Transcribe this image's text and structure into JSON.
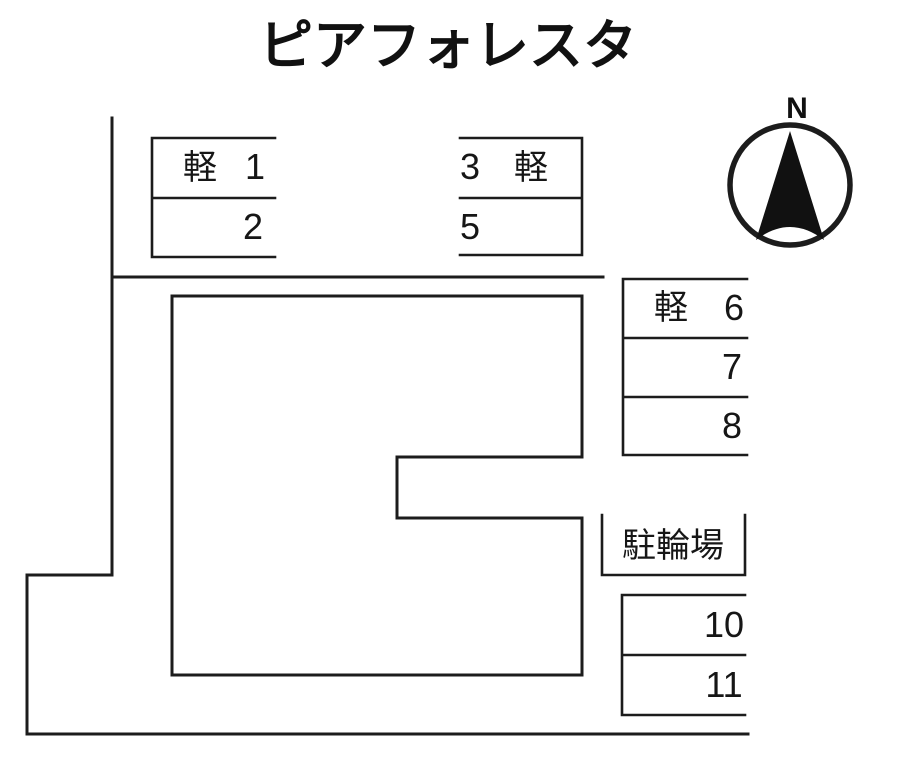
{
  "title": "ピアフォレスタ",
  "compass": {
    "label": "N",
    "direction": "north"
  },
  "colors": {
    "line": "#1c1c1c",
    "background": "#ffffff",
    "arrow_fill": "#111111"
  },
  "spaces": {
    "top_left": {
      "row1": {
        "tag": "軽",
        "number": "1"
      },
      "row2": {
        "number": "2"
      }
    },
    "top_middle": {
      "row1": {
        "number": "3",
        "tag": "軽"
      },
      "row2": {
        "number": "5"
      }
    },
    "right": {
      "row1": {
        "tag": "軽",
        "number": "6"
      },
      "row2": {
        "number": "7"
      },
      "row3": {
        "number": "8"
      }
    },
    "bicycle": {
      "label": "駐輪場"
    },
    "bottom_right": {
      "row1": {
        "number": "10"
      },
      "row2": {
        "number": "11"
      }
    }
  }
}
